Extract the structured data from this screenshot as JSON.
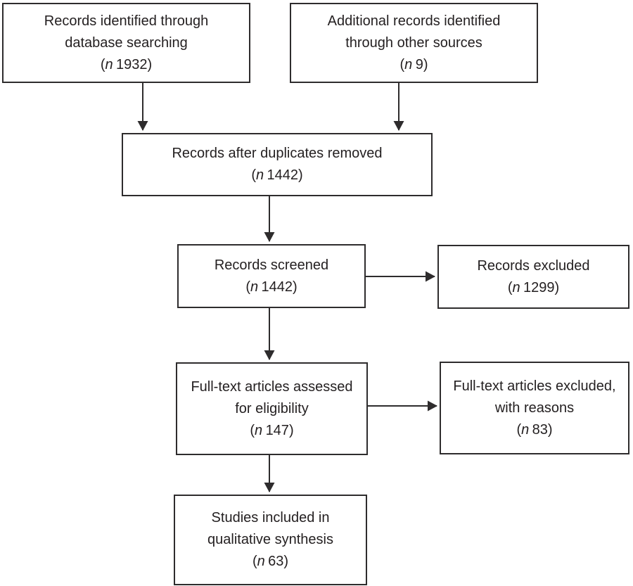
{
  "figure": {
    "kind": "prisma-flow-diagram",
    "background_color": "#ffffff",
    "line_color": "#2e2c2d",
    "text_color": "#231f20",
    "paren_open": "(",
    "paren_close": ")",
    "n_symbol": "n",
    "boxes": [
      {
        "id": "records-identified",
        "lines": [
          "Records identified through",
          "database searching"
        ],
        "count": "1932"
      },
      {
        "id": "additional-records",
        "lines": [
          "Additional records identified",
          "through other sources"
        ],
        "count": "9"
      },
      {
        "id": "duplicates-removed",
        "lines": [
          "Records after duplicates removed"
        ],
        "count": "1442"
      },
      {
        "id": "records-screened",
        "lines": [
          "Records screened"
        ],
        "count": "1442"
      },
      {
        "id": "records-excluded",
        "lines": [
          "Records excluded"
        ],
        "count": "1299"
      },
      {
        "id": "fulltext-assessed",
        "lines": [
          "Full-text articles assessed",
          "for eligibility"
        ],
        "count": "147"
      },
      {
        "id": "fulltext-excluded",
        "lines": [
          "Full-text articles excluded,",
          "with reasons"
        ],
        "count": "83"
      },
      {
        "id": "studies-included",
        "lines": [
          "Studies included in",
          "qualitative synthesis"
        ],
        "count": "63"
      }
    ],
    "arrows": [
      {
        "from": "records-identified",
        "to": "duplicates-removed",
        "direction": "down"
      },
      {
        "from": "additional-records",
        "to": "duplicates-removed",
        "direction": "down"
      },
      {
        "from": "duplicates-removed",
        "to": "records-screened",
        "direction": "down"
      },
      {
        "from": "records-screened",
        "to": "records-excluded",
        "direction": "right"
      },
      {
        "from": "records-screened",
        "to": "fulltext-assessed",
        "direction": "down"
      },
      {
        "from": "fulltext-assessed",
        "to": "fulltext-excluded",
        "direction": "right"
      },
      {
        "from": "fulltext-assessed",
        "to": "studies-included",
        "direction": "down"
      }
    ]
  }
}
